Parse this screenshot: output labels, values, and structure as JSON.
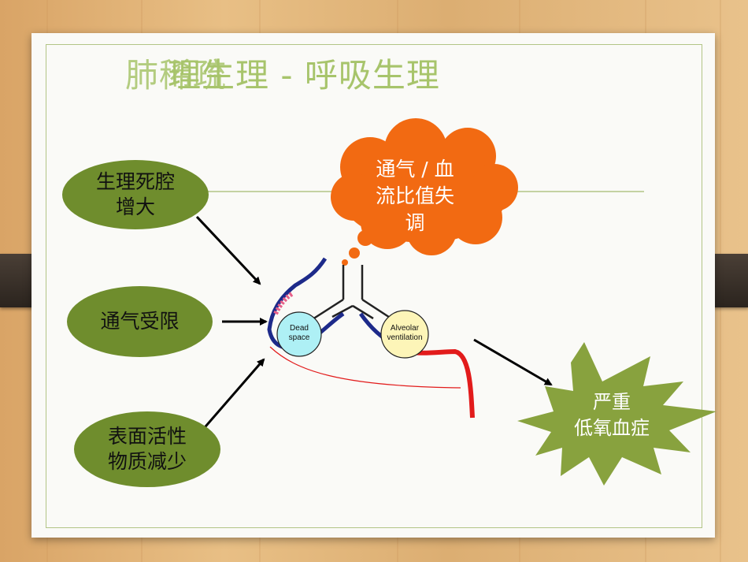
{
  "slide": {
    "title_ghost": "肺稀疏",
    "title": "理生理 - 呼吸生理"
  },
  "causes": {
    "dead_space_line1": "生理死腔",
    "dead_space_line2": "增大",
    "ventilation": "通气受限",
    "surfactant_line1": "表面活性",
    "surfactant_line2": "物质减少"
  },
  "cloud": {
    "line1": "通气 / 血",
    "line2": "流比值失",
    "line3": "调"
  },
  "diagram": {
    "dead_space_line1": "Dead",
    "dead_space_line2": "space",
    "alveolar_line1": "Alveolar",
    "alveolar_line2": "ventilation"
  },
  "result": {
    "line1": "严重",
    "line2": "低氧血症"
  },
  "colors": {
    "ellipse_fill": "#6f8d2d",
    "title": "#a7c46b",
    "cloud": "#f26a12",
    "star": "#88a23e",
    "dead_space_fill": "#aef0f5",
    "alveolar_fill": "#fdf5b8",
    "vein": "#1d2a8a",
    "artery": "#e21b1b"
  }
}
